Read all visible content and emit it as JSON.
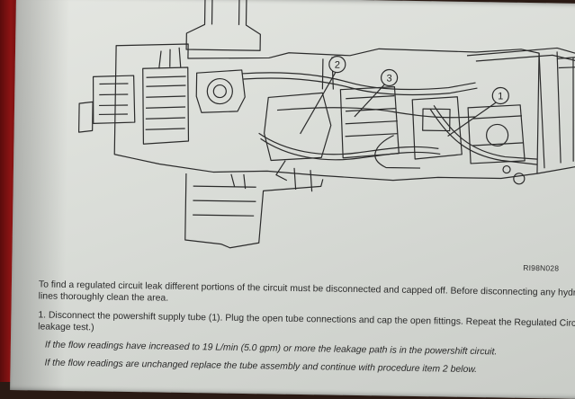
{
  "figure": {
    "callouts": [
      "1",
      "2",
      "3"
    ],
    "code": "RI98N028"
  },
  "body": {
    "intro": "To find a regulated circuit leak different portions of the circuit must be disconnected and capped off. Before disconnecting any hydraulic lines thoroughly clean the area.",
    "step1": "1. Disconnect the powershift supply tube (1). Plug the open tube connections and cap the open fittings. Repeat the Regulated Circuit leakage test.)",
    "note1": "If the flow readings have increased to 19 L/min (5.0 gpm) or more the leakage path is in the powershift circuit.",
    "note2": "If the flow readings are unchanged replace the tube assembly and continue with procedure item 2 below."
  },
  "colors": {
    "paper": "#dcdfda",
    "ink": "#2a2a2a",
    "binder_edge": "#8e1414"
  }
}
